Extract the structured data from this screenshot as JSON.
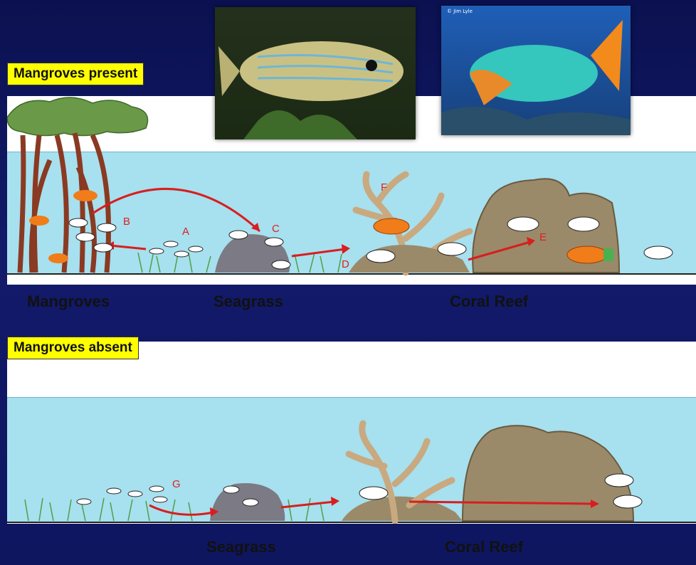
{
  "labels": {
    "present": "Mangroves present",
    "absent": "Mangroves absent"
  },
  "habitats_top": [
    "Mangroves",
    "Seagrass",
    "Coral Reef"
  ],
  "habitats_bottom": [
    "Seagrass",
    "Coral Reef"
  ],
  "markers": [
    "A",
    "B",
    "C",
    "D",
    "E",
    "F",
    "G"
  ],
  "photo_credit": "© Jim Lyle",
  "colors": {
    "background": "#0e1660",
    "water": "#a7e0ef",
    "label": "#ffff00",
    "arrow": "#d81e1e",
    "coral_branch": "#c9a97f",
    "reef_rock": "#9a8a6a",
    "mangrove": "#8a3a22"
  }
}
